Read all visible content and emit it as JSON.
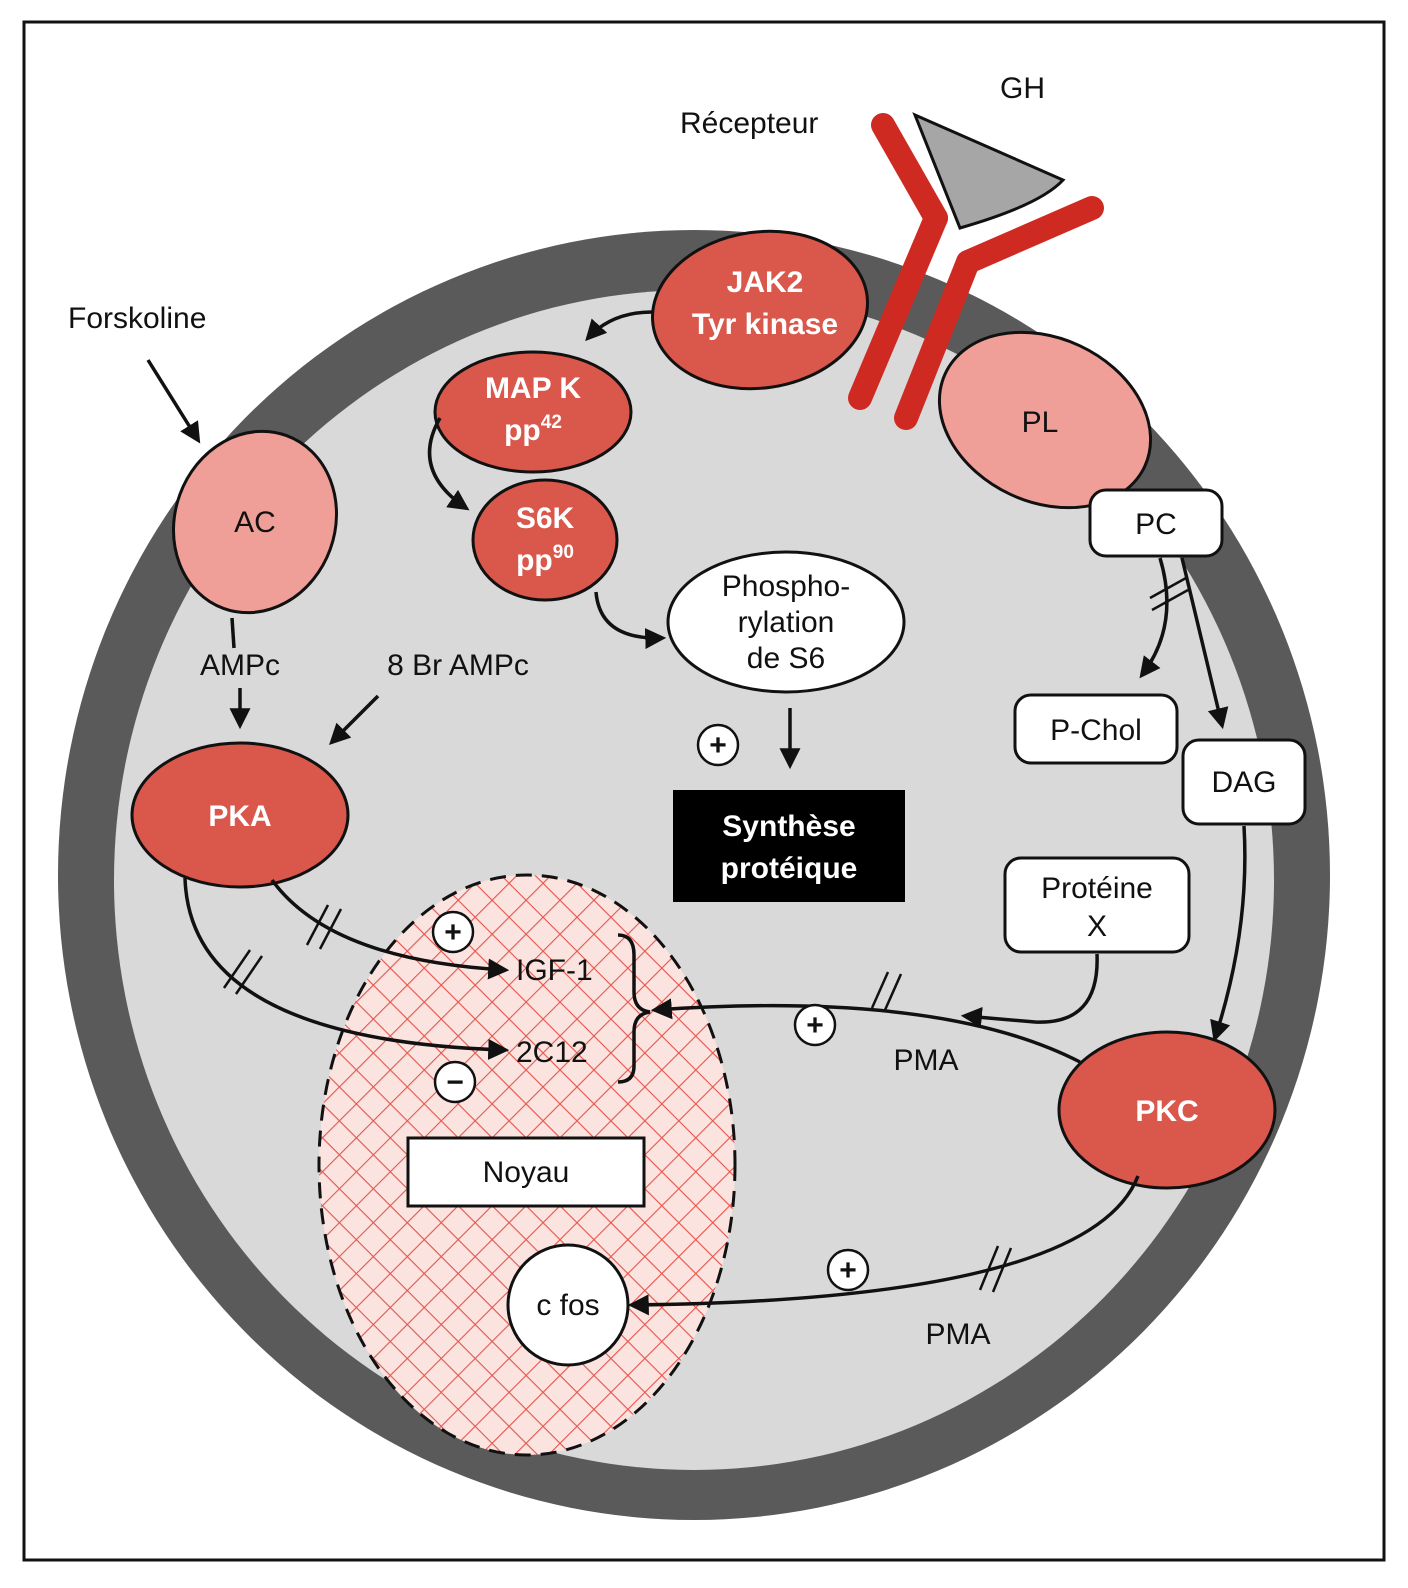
{
  "colors": {
    "membrane": "#5a5a5a",
    "cytoplasm": "#d9d9d9",
    "enzyme_dark": "#d9574b",
    "enzyme_light": "#ef9e98",
    "receptor": "#cf2a22",
    "gh": "#a6a6a6",
    "nucleus_hatch": "#e5564d",
    "black_box": "#000000"
  },
  "labels": {
    "gh": "GH",
    "receptor": "Récepteur",
    "forskoline": "Forskoline",
    "ac": "AC",
    "ampc": "AMPc",
    "br_ampc": "8 Br AMPc",
    "pka": "PKA",
    "jak2_line1": "JAK2",
    "jak2_line2": "Tyr kinase",
    "mapk_line1": "MAP K",
    "mapk_line2": "pp",
    "mapk_sup": "42",
    "s6k_line1": "S6K",
    "s6k_line2": "pp",
    "s6k_sup": "90",
    "phospho_line1": "Phospho-",
    "phospho_line2": "rylation",
    "phospho_line3": "de S6",
    "synthese_line1": "Synthèse",
    "synthese_line2": "protéique",
    "pl": "PL",
    "pc": "PC",
    "pchol": "P-Chol",
    "dag": "DAG",
    "proteine_line1": "Protéine",
    "proteine_line2": "X",
    "pkc": "PKC",
    "igf1": "IGF-1",
    "c2c12": "2C12",
    "noyau": "Noyau",
    "cfos": "c fos",
    "pma_1": "PMA",
    "pma_2": "PMA",
    "plus": "+",
    "minus": "−"
  }
}
